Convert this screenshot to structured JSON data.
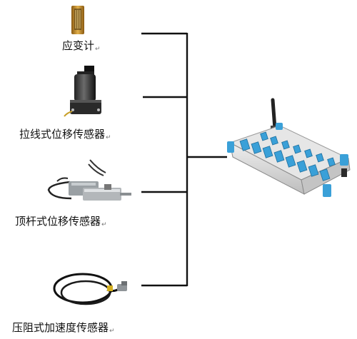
{
  "sensors": [
    {
      "label": "应变计",
      "icon": "strain-gauge-icon"
    },
    {
      "label": "拉线式位移传感器",
      "icon": "draw-wire-displacement-sensor-icon"
    },
    {
      "label": "顶杆式位移传感器",
      "icon": "push-rod-displacement-sensor-icon"
    },
    {
      "label": "压阻式加速度传感器",
      "icon": "piezoresistive-accelerometer-icon"
    }
  ],
  "paragraph_mark": "↵",
  "hub": {
    "icon": "data-acquisition-device-icon"
  },
  "colors": {
    "line": "#111111",
    "terminal_blue": "#3aa0d8",
    "device_body": "#d8d8d8",
    "gauge_gold": "#c8902a"
  }
}
